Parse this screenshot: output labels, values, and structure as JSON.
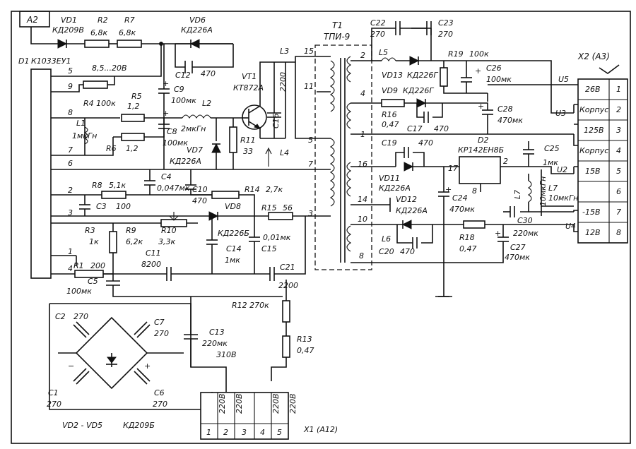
{
  "frame": {
    "label": "A2"
  },
  "vd1": {
    "ref": "VD1",
    "type": "КД209В"
  },
  "r2": {
    "ref": "R2",
    "value": "6,8к"
  },
  "r7": {
    "ref": "R7",
    "value": "6,8к"
  },
  "vd6": {
    "ref": "VD6",
    "type": "КД226А"
  },
  "c12": {
    "ref": "C12",
    "value": "470"
  },
  "vt1": {
    "ref": "VT1",
    "type": "КТ872А"
  },
  "d1": {
    "ref": "D1",
    "type": "К1033ЕУ1",
    "supply": "8,5...20В",
    "pins": [
      "5",
      "9",
      "8",
      "7",
      "6",
      "2",
      "3",
      "1",
      "4"
    ]
  },
  "r4": {
    "ref": "R4",
    "value": "100к"
  },
  "r5": {
    "ref": "R5",
    "value": "1,2"
  },
  "r6": {
    "ref": "R6",
    "value": "1,2"
  },
  "l1": {
    "ref": "L1",
    "value": "1мкГн"
  },
  "c9": {
    "ref": "C9",
    "value": "100мк"
  },
  "c8": {
    "ref": "C8",
    "value": "100мк"
  },
  "l2": {
    "ref": "L2",
    "value": "2мкГн"
  },
  "vd7": {
    "ref": "VD7",
    "type": "КД226А"
  },
  "r11": {
    "ref": "R11",
    "value": "33"
  },
  "c16": {
    "ref": "C16",
    "value": "2200"
  },
  "l3": {
    "ref": "L3"
  },
  "l4": {
    "ref": "L4"
  },
  "r8": {
    "ref": "R8",
    "value": "5,1к"
  },
  "c4": {
    "ref": "C4",
    "value": "0,047мк"
  },
  "c3": {
    "ref": "C3",
    "value": "100"
  },
  "c10": {
    "ref": "C10",
    "value": "470"
  },
  "r14": {
    "ref": "R14",
    "value": "2,7к"
  },
  "vd8": {
    "ref": "VD8",
    "type": "КД226Б"
  },
  "r15": {
    "ref": "R15",
    "value": "56"
  },
  "c15": {
    "ref": "C15",
    "value": "0,01мк"
  },
  "c14": {
    "ref": "C14",
    "value": "1мк"
  },
  "r3": {
    "ref": "R3",
    "value": "1к"
  },
  "r9": {
    "ref": "R9",
    "value": "6,2к"
  },
  "r10": {
    "ref": "R10",
    "value": "3,3к"
  },
  "r1": {
    "ref": "R1",
    "value": "200"
  },
  "c11": {
    "ref": "C11",
    "value": "8200"
  },
  "c5": {
    "ref": "C5",
    "value": "100мк"
  },
  "c21": {
    "ref": "C21",
    "value": "2200"
  },
  "r12": {
    "ref": "R12",
    "value": "270к"
  },
  "r13": {
    "ref": "R13",
    "value": "0,47"
  },
  "c13": {
    "ref": "C13",
    "value": "220мк",
    "voltage": "310В"
  },
  "c2": {
    "ref": "C2",
    "value": "270"
  },
  "c7": {
    "ref": "C7",
    "value": "270"
  },
  "c1": {
    "ref": "C1",
    "value": "270"
  },
  "c6": {
    "ref": "C6",
    "value": "270"
  },
  "bridge": {
    "refs": "VD2 - VD5",
    "type": "КД209Б",
    "minus": "−",
    "plus": "+"
  },
  "t1": {
    "ref": "T1",
    "type": "ТПИ-9",
    "pins": [
      "15",
      "11",
      "5",
      "7",
      "3",
      "2",
      "4",
      "1",
      "16",
      "14",
      "10",
      "8"
    ]
  },
  "c22": {
    "ref": "C22",
    "value": "270"
  },
  "c23": {
    "ref": "C23",
    "value": "270"
  },
  "l5": {
    "ref": "L5"
  },
  "vd13": {
    "ref": "VD13",
    "type": "КД226Г"
  },
  "r19": {
    "ref": "R19",
    "value": "100к"
  },
  "c26": {
    "ref": "C26",
    "value": "100мк"
  },
  "vd9": {
    "ref": "VD9",
    "type": "КД226Г"
  },
  "r16": {
    "ref": "R16",
    "value": "0,47"
  },
  "c17": {
    "ref": "C17",
    "value": "470"
  },
  "c28": {
    "ref": "C28",
    "value": "470мк"
  },
  "c19": {
    "ref": "C19",
    "value": "470"
  },
  "d2": {
    "ref": "D2",
    "type": "КР142ЕН8Б",
    "pins": [
      "17",
      "2",
      "8"
    ]
  },
  "c25": {
    "ref": "C25",
    "value": "1мк"
  },
  "vd11": {
    "ref": "VD11",
    "type": "КД226А"
  },
  "c24": {
    "ref": "C24",
    "value": "470мк"
  },
  "l7a": {
    "ref": "L7",
    "value": "10мкГн"
  },
  "l7b": {
    "ref": "L7",
    "value": "10мкГн"
  },
  "vd12": {
    "ref": "VD12",
    "type": "КД226А"
  },
  "c30": {
    "ref": "C30"
  },
  "l6": {
    "ref": "L6"
  },
  "c20": {
    "ref": "C20",
    "value": "470"
  },
  "r18": {
    "ref": "R18",
    "value": "0,47"
  },
  "c27": {
    "ref": "C27",
    "value": "470мк"
  },
  "c_220": {
    "value": "220мк"
  },
  "x2": {
    "ref": "X2 (A3)",
    "rows": [
      {
        "label": "26В",
        "num": "1"
      },
      {
        "label": "Корпус",
        "num": "2"
      },
      {
        "label": "125В",
        "num": "3"
      },
      {
        "label": "Корпус",
        "num": "4"
      },
      {
        "label": "15В",
        "num": "5"
      },
      {
        "label": "",
        "num": "6"
      },
      {
        "label": "-15В",
        "num": "7"
      },
      {
        "label": "12В",
        "num": "8"
      }
    ]
  },
  "u": {
    "u5": "U5",
    "u3": "U3",
    "u2": "U2",
    "u4": "U4"
  },
  "x1": {
    "ref": "X1 (A12)",
    "cells": [
      {
        "num": "1",
        "label": "220В"
      },
      {
        "num": "2",
        "label": "220В"
      },
      {
        "num": "3",
        "label": ""
      },
      {
        "num": "4",
        "label": "220В"
      },
      {
        "num": "5",
        "label": "220В"
      }
    ]
  },
  "colors": {
    "ink": "#111111",
    "paper": "#ffffff"
  }
}
